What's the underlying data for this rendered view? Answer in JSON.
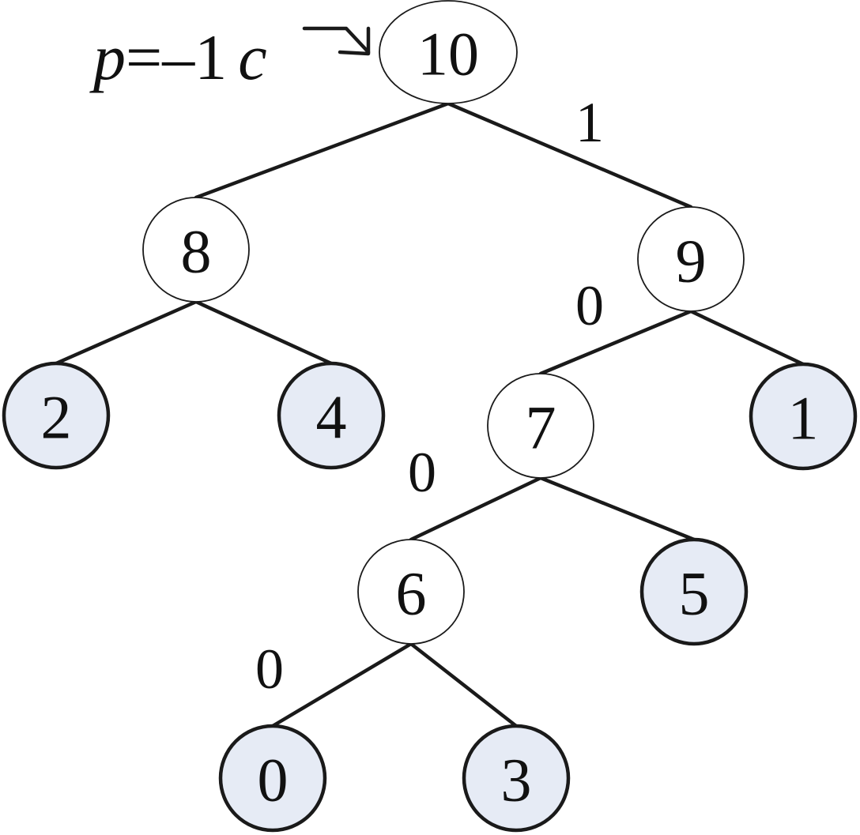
{
  "colors": {
    "leaf_fill": "#e6ebf5",
    "internal_fill": "#ffffff",
    "stroke": "#1a1a1a"
  },
  "annotation": {
    "p": "p",
    "eq": "=–1",
    "c": "c"
  },
  "nodes": [
    {
      "id": "n10",
      "label": "10",
      "kind": "internal"
    },
    {
      "id": "n8",
      "label": "8",
      "kind": "internal"
    },
    {
      "id": "n9",
      "label": "9",
      "kind": "internal"
    },
    {
      "id": "n7",
      "label": "7",
      "kind": "internal"
    },
    {
      "id": "n6",
      "label": "6",
      "kind": "internal"
    },
    {
      "id": "n2",
      "label": "2",
      "kind": "leaf"
    },
    {
      "id": "n4",
      "label": "4",
      "kind": "leaf"
    },
    {
      "id": "n1",
      "label": "1",
      "kind": "leaf"
    },
    {
      "id": "n5",
      "label": "5",
      "kind": "leaf"
    },
    {
      "id": "n0",
      "label": "0",
      "kind": "leaf"
    },
    {
      "id": "n3",
      "label": "3",
      "kind": "leaf"
    }
  ],
  "edges": [
    {
      "from": "n10",
      "to": "n8"
    },
    {
      "from": "n10",
      "to": "n9",
      "label": "1"
    },
    {
      "from": "n8",
      "to": "n2"
    },
    {
      "from": "n8",
      "to": "n4"
    },
    {
      "from": "n9",
      "to": "n7",
      "label": "0"
    },
    {
      "from": "n9",
      "to": "n1"
    },
    {
      "from": "n7",
      "to": "n6",
      "label": "0"
    },
    {
      "from": "n7",
      "to": "n5"
    },
    {
      "from": "n6",
      "to": "n0",
      "label": "0"
    },
    {
      "from": "n6",
      "to": "n3"
    }
  ]
}
